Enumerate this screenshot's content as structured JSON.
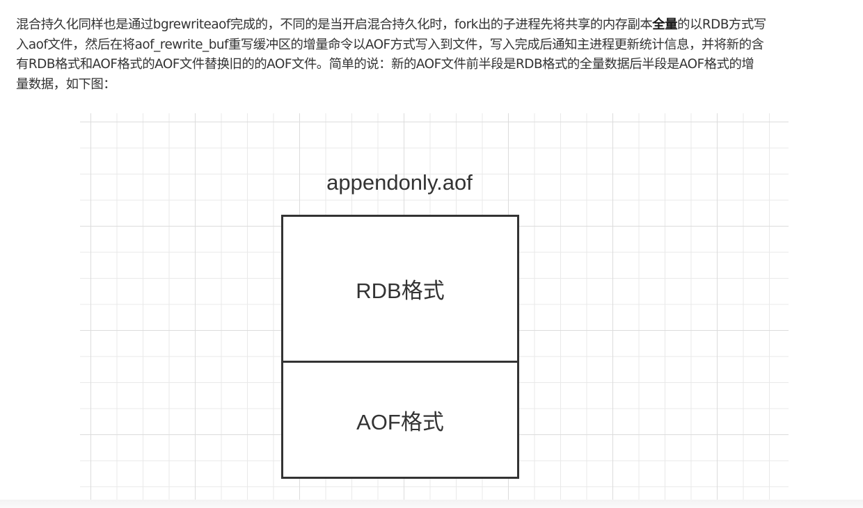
{
  "article": {
    "lines": [
      {
        "before": "混合持久化同样也是通过bgrewriteaof完成的，不同的是当开启混合持久化时，fork出的子进程先将共享的内存副本",
        "bold": "全量",
        "after": "的以RDB方式写"
      },
      {
        "text": "入aof文件，然后在将aof_rewrite_buf重写缓冲区的增量命令以AOF方式写入到文件，写入完成后通知主进程更新统计信息，并将新的含"
      },
      {
        "text": "有RDB格式和AOF格式的AOF文件替换旧的的AOF文件。简单的说：新的AOF文件前半段是RDB格式的全量数据后半段是AOF格式的增"
      },
      {
        "text": "量数据，如下图："
      }
    ]
  },
  "figure": {
    "file_name": "appendonly.aof",
    "segments": [
      {
        "label": "RDB格式"
      },
      {
        "label": "AOF格式"
      }
    ]
  }
}
